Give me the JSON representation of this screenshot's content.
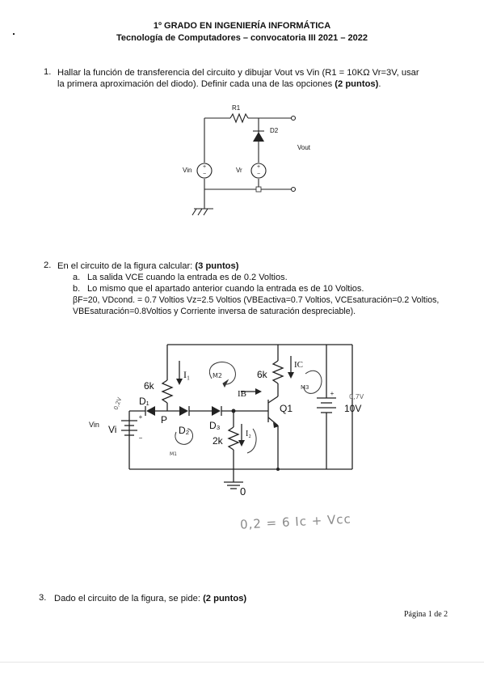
{
  "header": {
    "line1": "1º GRADO EN INGENIERÍA INFORMÁTICA",
    "line2": "Tecnología de Computadores – convocatoria III 2021 – 2022"
  },
  "q1": {
    "number": "1.",
    "line1": "Hallar la función de transferencia del circuito y dibujar Vout vs Vin (R1 = 10KΩ Vr=3V, usar",
    "line2a": "la primera aproximación del diodo). Definir cada una de las opciones ",
    "line2b": "(2 puntos)",
    "line2c": ".",
    "circuit": {
      "r1": "R1",
      "d2": "D2",
      "vout": "Vout",
      "vin": "Vin",
      "vr": "Vr"
    }
  },
  "q2": {
    "number": "2.",
    "intro_a": "En el circuito de la figura calcular: ",
    "intro_b": "(3 puntos)",
    "a_marker": "a.",
    "a_text": "La salida VCE cuando la entrada es de 0.2 Voltios.",
    "b_marker": "b.",
    "b_text": "Lo mismo que el apartado anterior cuando la entrada es de 10 Voltios.",
    "params_line1": "βF=20, VDcond. = 0.7 Voltios Vz=2.5 Voltios (VBEactiva=0.7 Voltios, VCEsaturación=0.2 Voltios,",
    "params_line2": "VBEsaturación=0.8Voltios y Corriente inversa de saturación despreciable).",
    "circuit": {
      "r_left": "6k",
      "i1": "I₁",
      "m2": "M2",
      "r_right": "6k",
      "ic": "IC",
      "m3": "M3",
      "ib": "IB",
      "d1": "D₁",
      "p": "P",
      "q1": "Q1",
      "v10": "10V",
      "hw_top": "0,7V",
      "vin": "Vin",
      "vi": "Vi",
      "hw_left": "0,2V",
      "d2": "D₂",
      "d3": "D₃",
      "r_mid": "2k",
      "i2": "I₂",
      "m1": "M1",
      "ground": "0"
    },
    "handwritten": "0,2 = 6 Ic + Vcc"
  },
  "q3": {
    "number": "3.",
    "text_a": "Dado el circuito de la figura, se pide: ",
    "text_b": "(2 puntos)"
  },
  "footer": {
    "page": "Página 1 de 2"
  }
}
